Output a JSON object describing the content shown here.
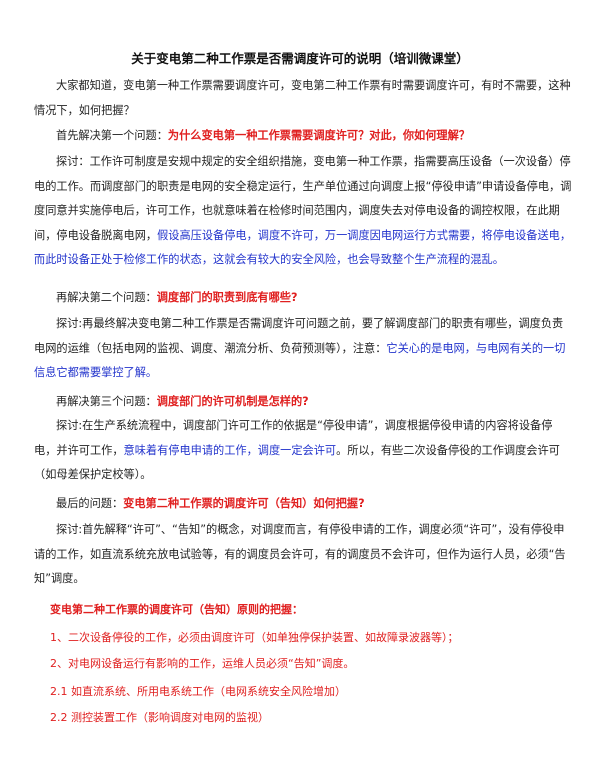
{
  "title": "关于变电第二种工作票是否需调度许可的说明（培训微课堂）",
  "intro": "大家都知道，变电第一种工作票需要调度许可，变电第二种工作票有时需要调度许可，有时不需要，这种情况下，如何把握？",
  "q1": {
    "lead": "首先解决第一个问题：",
    "question": "为什么变电第一种工作票需要调度许可？对此，你如何理解？",
    "answer_plain": "探讨：工作许可制度是安规中规定的安全组织措施，变电第一种工作票，指需要高压设备（一次设备）停电的工作。而调度部门的职责是电网的安全稳定运行，生产单位通过向调度上报“停役申请”申请设备停电，调度同意并实施停电后，许可工作，也就意味着在检修时间范围内，调度失去对停电设备的调控权限，在此期间，停电设备脱离电网，",
    "answer_blue": "假设高压设备停电，调度不许可，万一调度因电网运行方式需要，将停电设备送电，而此时设备正处于检修工作的状态，这就会有较大的安全风险，也会导致整个生产流程的混乱。"
  },
  "q2": {
    "lead": "再解决第二个问题：",
    "question": "调度部门的职责到底有哪些?",
    "answer_plain": "探讨:再最终解决变电第二种工作票是否需调度许可问题之前，要了解调度部门的职责有哪些，调度负责电网的运维（包括电网的监视、调度、潮流分析、负荷预测等），注意：",
    "answer_blue": "它关心的是电网，与电网有关的一切信息它都需要掌控了解。"
  },
  "q3": {
    "lead": "再解决第三个问题：",
    "question": "调度部门的许可机制是怎样的?",
    "answer_plain1": "探讨:在生产系统流程中，调度部门许可工作的依据是“停役申请”，调度根据停役申请的内容将设备停电，并许可工作，",
    "answer_blue": "意味着有停电申请的工作，调度一定会许可",
    "answer_plain2": "。所以，有些二次设备停役的工作调度会许可（如母差保护定校等）。"
  },
  "q4": {
    "lead": "最后的问题：",
    "question": "变电第二种工作票的调度许可（告知）如何把握?",
    "answer": "探讨:首先解释“许可”、“告知”的概念，对调度而言，有停役申请的工作，调度必须“许可”，没有停役申请的工作，如直流系统充放电试验等，有的调度员会许可，有的调度员不会许可，但作为运行人员，必须“告知”调度。"
  },
  "principles": {
    "heading": "变电第二种工作票的调度许可（告知）原则的把握：",
    "items": [
      "1、二次设备停役的工作，必须由调度许可（如单独停保护装置、如故障录波器等）；",
      "2、对电网设备运行有影响的工作，运维人员必须“告知”调度。",
      "2.1 如直流系统、所用电系统工作（电网系统安全风险增加）",
      "2.2 测控装置工作（影响调度对电网的监视）"
    ]
  }
}
